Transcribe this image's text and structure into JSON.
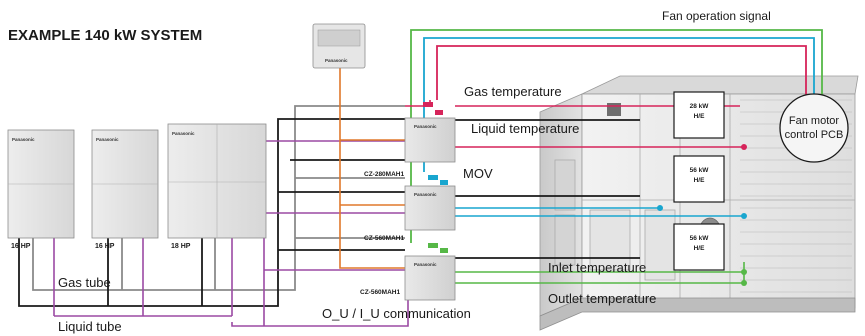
{
  "title": "EXAMPLE 140 kW SYSTEM",
  "outdoor_units": [
    {
      "hp": "16 HP",
      "brand": "Panasonic"
    },
    {
      "hp": "16 HP",
      "brand": "Panasonic"
    },
    {
      "hp": "18 HP",
      "brand": "Panasonic"
    }
  ],
  "controller": {
    "brand": "Panasonic"
  },
  "kits": [
    {
      "model": "CZ-280MAH1",
      "brand": "Panasonic"
    },
    {
      "model": "CZ-560MAH1",
      "brand": "Panasonic"
    },
    {
      "model": "CZ-560MAH1",
      "brand": "Panasonic"
    }
  ],
  "heat_exchangers": [
    {
      "capacity": "28 kW",
      "type": "H/E"
    },
    {
      "capacity": "56 kW",
      "type": "H/E"
    },
    {
      "capacity": "56 kW",
      "type": "H/E"
    }
  ],
  "fan_pcb": {
    "line1": "Fan motor",
    "line2": "control PCB"
  },
  "labels": {
    "fan_signal": "Fan operation signal",
    "gas_temperature": "Gas temperature",
    "liquid_temperature": "Liquid temperature",
    "mov": "MOV",
    "inlet_temperature": "Inlet temperature",
    "outlet_temperature": "Outlet temperature",
    "communication": "O_U / I_U communication",
    "gas_tube": "Gas tube",
    "liquid_tube": "Liquid tube"
  },
  "colors": {
    "gas_tube": "#8a8a8a",
    "liquid_tube": "#1a1a1a",
    "communication": "#9b4aa3",
    "controller_wire": "#e0782b",
    "liquid_temp": "#d6245a",
    "mov": "#19a6cf",
    "inlet_outlet": "#56b847"
  }
}
